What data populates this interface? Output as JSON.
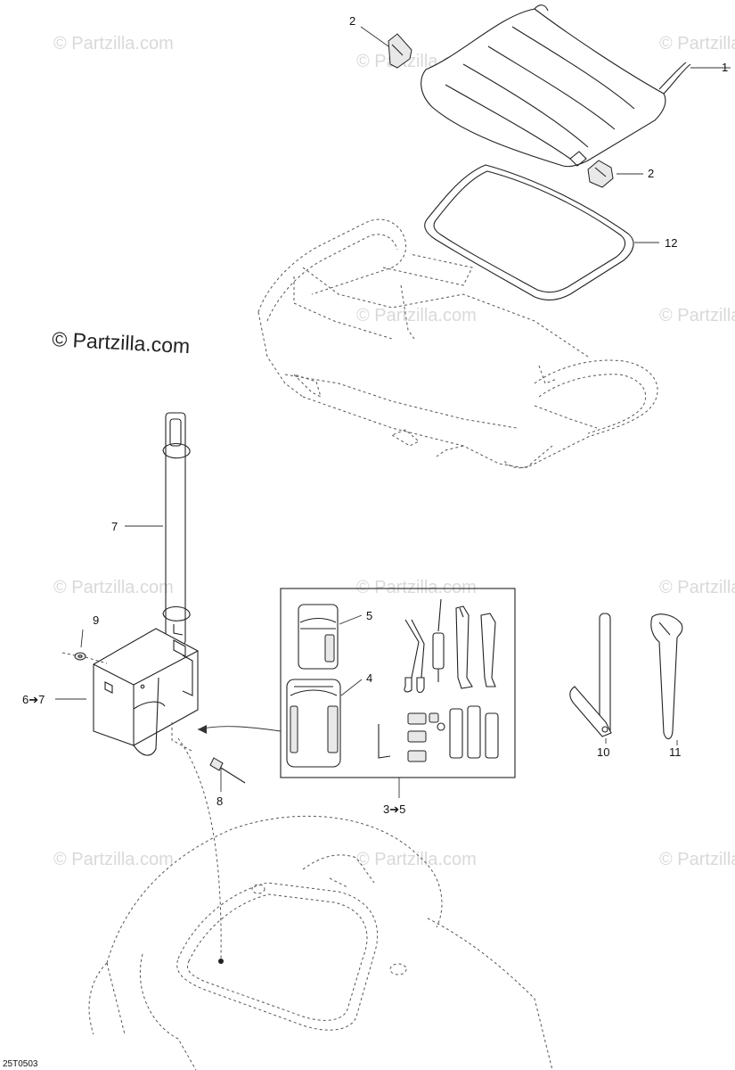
{
  "diagram": {
    "watermark": "© Partzilla.com",
    "main_watermark": "© Partzilla.com",
    "drawing_code": "25T0503",
    "callouts": {
      "c1": "1",
      "c2a": "2",
      "c2b": "2",
      "c12": "12",
      "c7": "7",
      "c9": "9",
      "c67": "6➔7",
      "c8": "8",
      "c5": "5",
      "c4": "4",
      "c35": "3➔5",
      "c10": "10",
      "c11": "11"
    }
  }
}
